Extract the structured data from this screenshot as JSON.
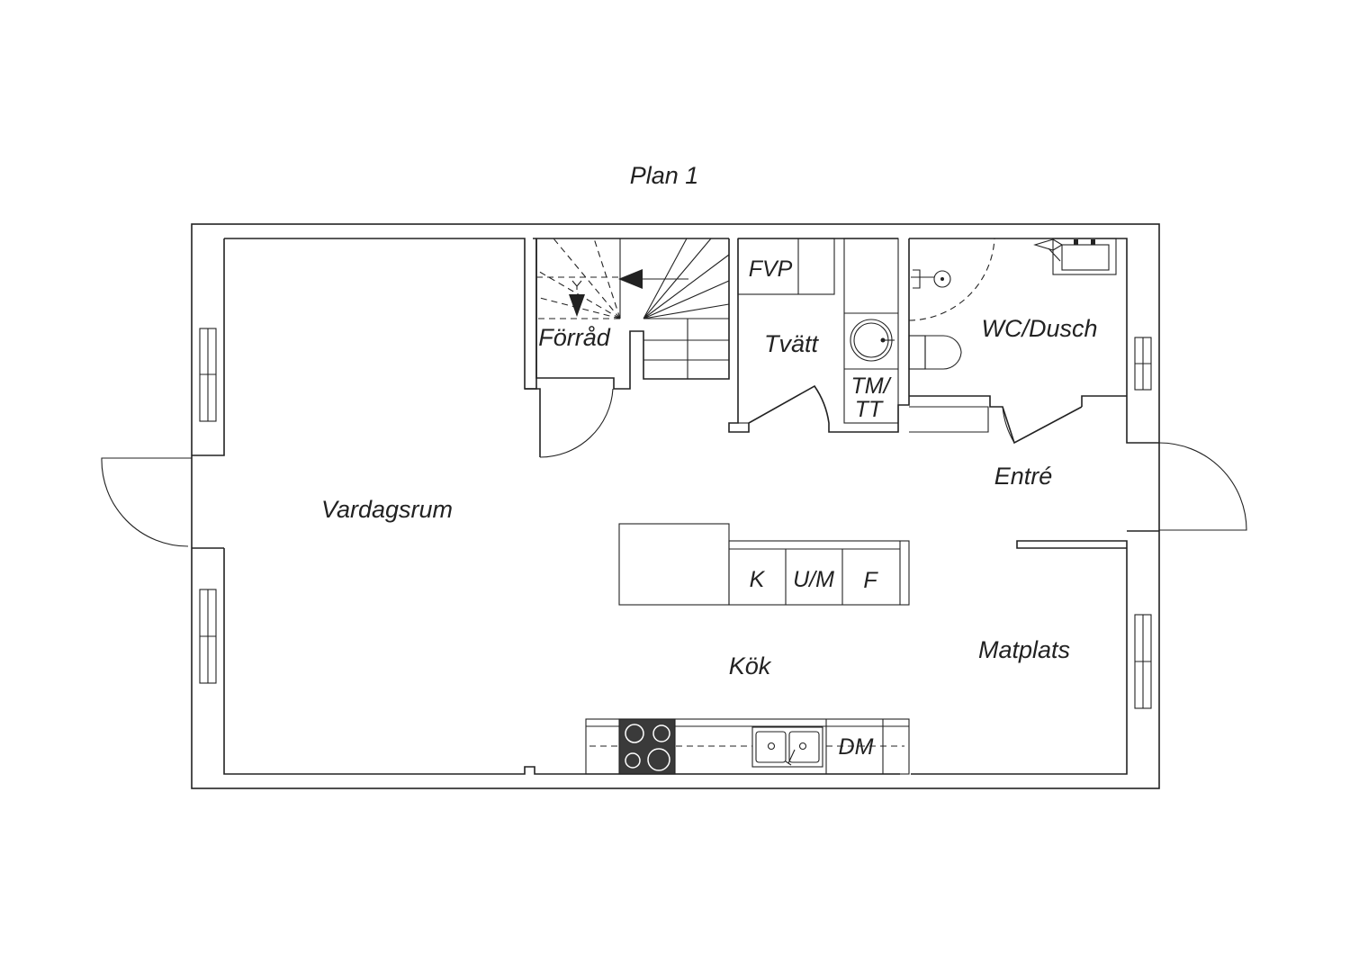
{
  "title": "Plan 1",
  "rooms": {
    "vardagsrum": "Vardagsrum",
    "forrad": "Förråd",
    "tvatt": "Tvätt",
    "wc": "WC/Dusch",
    "entre": "Entré",
    "kok": "Kök",
    "matplats": "Matplats"
  },
  "fixtures": {
    "fvp": "FVP",
    "tm": "TM/",
    "tt": "TT",
    "k": "K",
    "um": "U/M",
    "f": "F",
    "dm": "DM"
  },
  "colors": {
    "line": "#222222",
    "background": "#ffffff",
    "stove": "#3a3a3a"
  }
}
